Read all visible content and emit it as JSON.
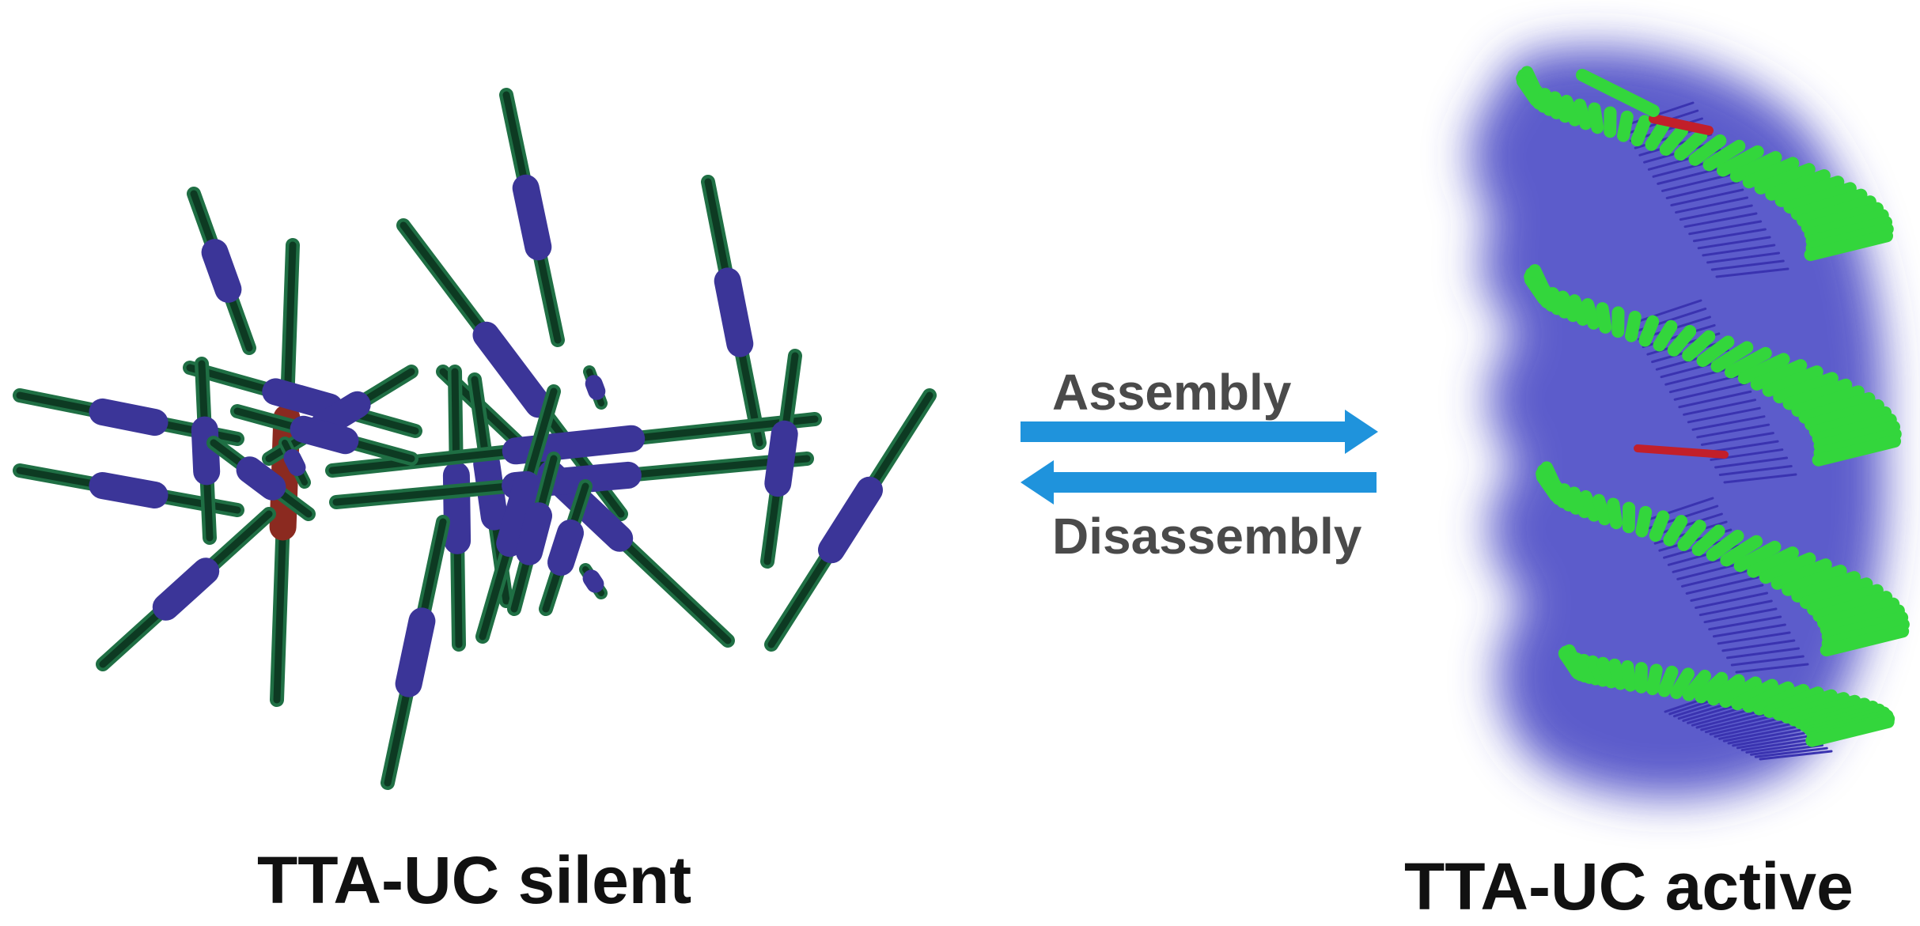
{
  "left_state": {
    "label": "TTA-UC silent"
  },
  "right_state": {
    "label": "TTA-UC active"
  },
  "forward_arrow": {
    "label": "Assembly"
  },
  "reverse_arrow": {
    "label": "Disassembly"
  },
  "colors": {
    "rod_green": "#1f6f44",
    "rod_green_dark": "#0d3a22",
    "helix_green": "#33d63c",
    "chromophore_blue": "#3b3598",
    "chromophore_red": "#8b2a20",
    "glow_blue": "#3e3fc2",
    "arrow_blue": "#1f93dc",
    "text_gray": "#4a4a4a",
    "text_black": "#111111"
  }
}
